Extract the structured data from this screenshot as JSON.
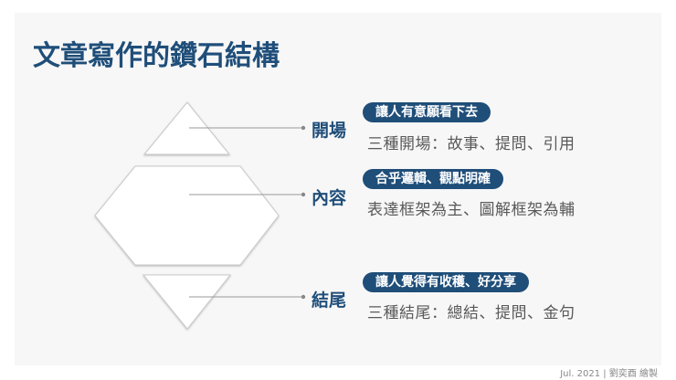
{
  "slide": {
    "title": "文章寫作的鑽石結構",
    "accent_color": "#1f4e79",
    "sections": [
      {
        "label": "開場",
        "pill": "讓人有意願看下去",
        "desc": "三種開場：故事、提問、引用",
        "shape": "triangle-up"
      },
      {
        "label": "內容",
        "pill": "合乎邏輯、觀點明確",
        "desc": "表達框架為主、圖解框架為輔",
        "shape": "hexagon"
      },
      {
        "label": "結尾",
        "pill": "讓人覺得有收穫、好分享",
        "desc": "三種結尾：總結、提問、金句",
        "shape": "triangle-down"
      }
    ],
    "footer": "Jul. 2021 | 劉奕酉 繪製"
  }
}
